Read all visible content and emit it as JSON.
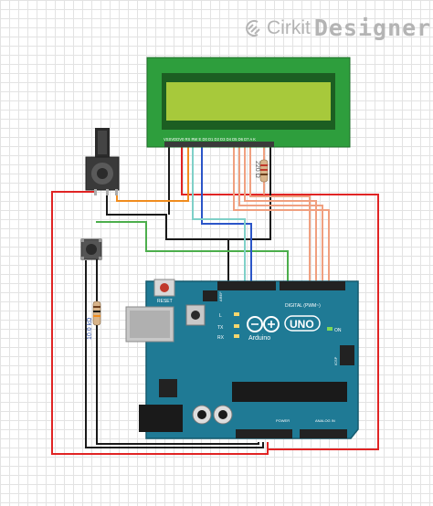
{
  "brand": {
    "name_part1": "Cirkit",
    "name_part2": "Designer",
    "icon": "cirkit-logo-icon"
  },
  "components": {
    "lcd": {
      "pin_labels": "VSSVDDV0 RS RW E D0 D1 D2 D3 D4 D5 D6 D7 A K",
      "screen_color": "#a7c93b"
    },
    "resistor_lcd": {
      "label": "220 Ω"
    },
    "resistor_button": {
      "label": "10.0 kΩ"
    },
    "arduino": {
      "brand_name": "Arduino",
      "model": "UNO",
      "reset_label": "RESET",
      "digital_label": "DIGITAL (PWM~)",
      "tx_label": "TX",
      "rx_label": "RX",
      "l_label": "L",
      "on_label": "ON",
      "aref_label": "AREF",
      "icsp_label": "ICSP",
      "power_label": "POWER",
      "analog_label": "ANALOG IN",
      "board_color": "#1f7a95"
    }
  },
  "wire_colors": {
    "red": "#e02424",
    "black": "#1a1a1a",
    "orange": "#f08c1e",
    "green": "#4cae4c",
    "blue": "#2b55c8",
    "teal": "#7fd0c8",
    "salmon": "#f0a080"
  }
}
